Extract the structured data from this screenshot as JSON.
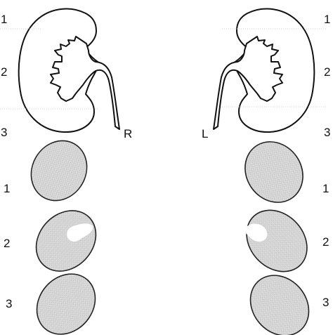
{
  "right_side": {
    "side_label": "R",
    "zone_labels": [
      "1",
      "2",
      "3"
    ],
    "section_labels": [
      "1",
      "2",
      "3"
    ]
  },
  "left_side": {
    "side_label": "L",
    "zone_labels": [
      "1",
      "2",
      "3"
    ],
    "section_labels": [
      "1",
      "2",
      "3"
    ]
  },
  "colors": {
    "outline": "#111111",
    "section_fill": "#d8d8d8",
    "lesion": "#ffffff",
    "guide_line": "#cfcfcf"
  }
}
